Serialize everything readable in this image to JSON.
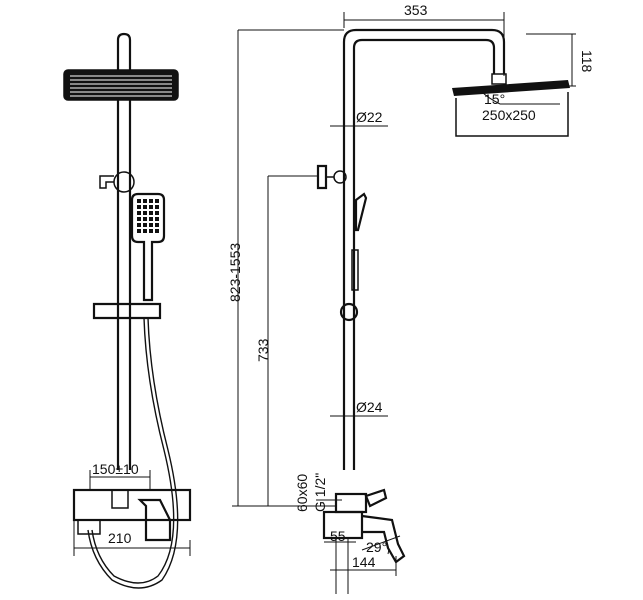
{
  "colors": {
    "line": "#111111",
    "background": "#ffffff"
  },
  "dimensions": {
    "arm_reach": "353",
    "head_drop": "118",
    "head_angle": "15°",
    "head_size": "250x250",
    "top_pipe_diameter": "Ø22",
    "bottom_pipe_diameter": "Ø24",
    "total_height": "823-1553",
    "holder_height": "733",
    "centers": "60x60",
    "thread": "G 1/2\"",
    "mixer_offset": "55",
    "spout_angle": "29°",
    "spout_length": "144",
    "inlet_centers": "150±10",
    "mixer_width": "210"
  }
}
